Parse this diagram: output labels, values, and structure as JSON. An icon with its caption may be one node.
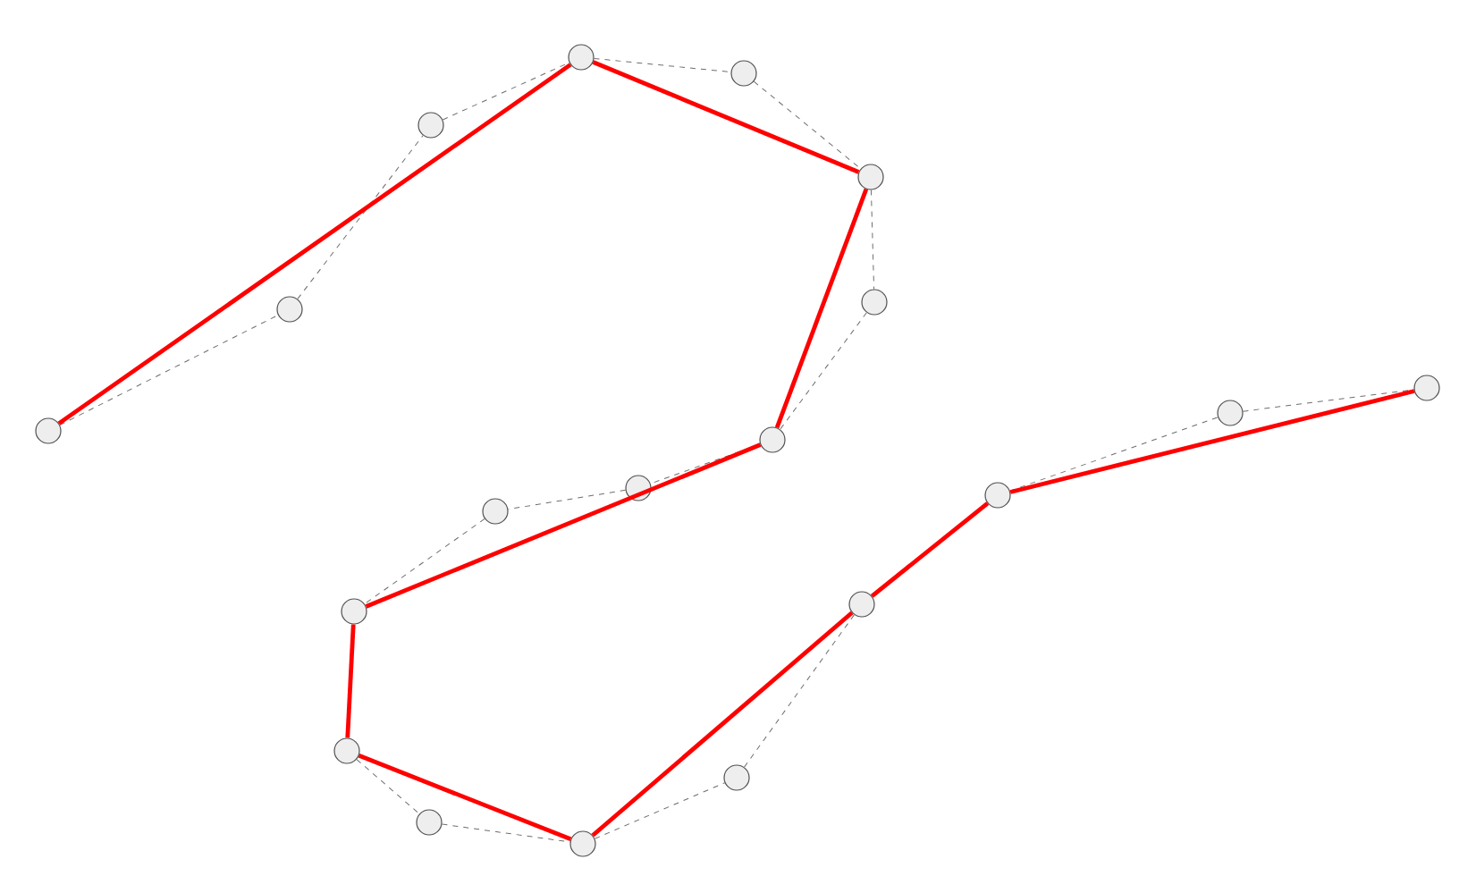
{
  "diagram": {
    "nodes": [
      {
        "text": [],
        "shape": "circle"
      },
      {
        "text": [],
        "shape": "circle"
      },
      {
        "text": [],
        "shape": "circle"
      },
      {
        "text": [],
        "shape": "circle"
      },
      {
        "text": [],
        "shape": "circle"
      },
      {
        "text": [],
        "shape": "circle"
      },
      {
        "text": [],
        "shape": "circle"
      },
      {
        "text": [],
        "shape": "circle"
      },
      {
        "text": [],
        "shape": "circle"
      },
      {
        "text": [],
        "shape": "circle"
      },
      {
        "text": [],
        "shape": "circle"
      },
      {
        "text": [],
        "shape": "circle"
      },
      {
        "text": [],
        "shape": "circle"
      },
      {
        "text": [],
        "shape": "circle"
      },
      {
        "text": [],
        "shape": "circle"
      },
      {
        "text": [],
        "shape": "circle"
      },
      {
        "text": [],
        "shape": "circle"
      },
      {
        "text": [],
        "shape": "circle"
      },
      {
        "text": [],
        "shape": "circle"
      }
    ],
    "edges": [
      {
        "from": 0,
        "to": 1,
        "arrow": "none",
        "style": "dashed"
      },
      {
        "from": 1,
        "to": 5,
        "arrow": "none",
        "style": "dashed"
      },
      {
        "from": 5,
        "to": 7,
        "arrow": "none",
        "style": "dashed"
      },
      {
        "from": 7,
        "to": 11,
        "arrow": "none",
        "style": "dashed"
      },
      {
        "from": 11,
        "to": 14,
        "arrow": "none",
        "style": "dashed"
      },
      {
        "from": 14,
        "to": 15,
        "arrow": "none",
        "style": "dashed"
      },
      {
        "from": 15,
        "to": 12,
        "arrow": "none",
        "style": "dashed"
      },
      {
        "from": 12,
        "to": 9,
        "arrow": "none",
        "style": "dashed"
      },
      {
        "from": 9,
        "to": 6,
        "arrow": "none",
        "style": "dashed"
      },
      {
        "from": 6,
        "to": 3,
        "arrow": "none",
        "style": "dashed"
      },
      {
        "from": 3,
        "to": 2,
        "arrow": "none",
        "style": "dashed"
      },
      {
        "from": 2,
        "to": 4,
        "arrow": "none",
        "style": "dashed"
      },
      {
        "from": 4,
        "to": 8,
        "arrow": "none",
        "style": "dashed"
      },
      {
        "from": 8,
        "to": 10,
        "arrow": "none",
        "style": "dashed"
      },
      {
        "from": 10,
        "to": 13,
        "arrow": "none",
        "style": "dashed"
      },
      {
        "from": 16,
        "to": 17,
        "arrow": "none",
        "style": "dashed"
      },
      {
        "from": 17,
        "to": 18,
        "arrow": "none",
        "style": "dashed"
      },
      {
        "from": 0,
        "to": 7,
        "arrow": "none",
        "style": "thick",
        "color": "#ff0000"
      },
      {
        "from": 7,
        "to": 14,
        "arrow": "none",
        "style": "thick",
        "color": "#ff0000"
      },
      {
        "from": 14,
        "to": 12,
        "arrow": "none",
        "style": "thick",
        "color": "#ff0000"
      },
      {
        "from": 12,
        "to": 3,
        "arrow": "none",
        "style": "thick",
        "color": "#ff0000"
      },
      {
        "from": 3,
        "to": 2,
        "arrow": "none",
        "style": "thick",
        "color": "#ff0000"
      },
      {
        "from": 2,
        "to": 8,
        "arrow": "none",
        "style": "thick",
        "color": "#ff0000"
      },
      {
        "from": 8,
        "to": 13,
        "arrow": "none",
        "style": "thick",
        "color": "#ff0000"
      },
      {
        "from": 13,
        "to": 16,
        "arrow": "none",
        "style": "thick",
        "color": "#ff0000"
      },
      {
        "from": 16,
        "to": 18,
        "arrow": "none",
        "style": "thick",
        "color": "#ff0000"
      }
    ]
  }
}
